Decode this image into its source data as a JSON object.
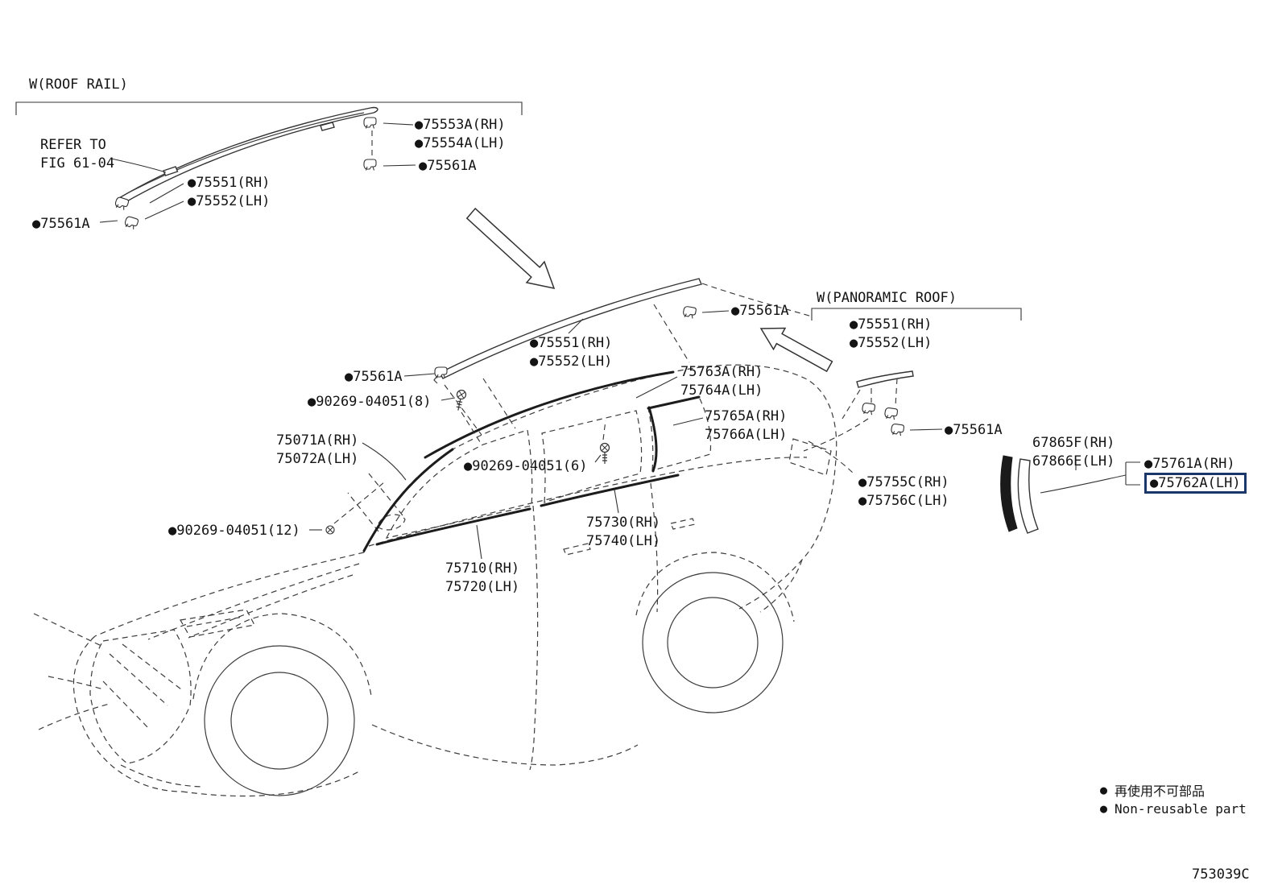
{
  "sections": {
    "roof_rail": {
      "title": "W(ROOF RAIL)",
      "refer_line1": "REFER TO",
      "refer_line2": "FIG 61-04"
    },
    "panoramic_roof": {
      "title": "W(PANORAMIC ROOF)"
    }
  },
  "labels": {
    "p75553a_rh": "●75553A(RH)",
    "p75554a_lh": "●75554A(LH)",
    "p75561a": "●75561A",
    "p75551_rh": "●75551(RH)",
    "p75552_lh": "●75552(LH)",
    "p90269_8": "●90269-04051(8)",
    "p90269_6": "●90269-04051(6)",
    "p90269_12": "●90269-04051(12)",
    "p75763a_rh": "75763A(RH)",
    "p75764a_lh": "75764A(LH)",
    "p75765a_rh": "75765A(RH)",
    "p75766a_lh": "75766A(LH)",
    "p75071a_rh": "75071A(RH)",
    "p75072a_lh": "75072A(LH)",
    "p67865f_rh": "67865F(RH)",
    "p67866e_lh": "67866E(LH)",
    "p75761a_rh": "●75761A(RH)",
    "p75762a_lh": "●75762A(LH)",
    "p75755c_rh": "●75755C(RH)",
    "p75756c_lh": "●75756C(LH)",
    "p75730_rh": "75730(RH)",
    "p75740_lh": "75740(LH)",
    "p75710_rh": "75710(RH)",
    "p75720_lh": "75720(LH)"
  },
  "legend": {
    "jp": "再使用不可部品",
    "en": "Non-reusable part"
  },
  "glyphs": {
    "bullet": "●"
  },
  "figure_code": "753039C",
  "colors": {
    "line": "#3c3c3c",
    "text": "#141414",
    "highlight_border": "#1b3668"
  }
}
